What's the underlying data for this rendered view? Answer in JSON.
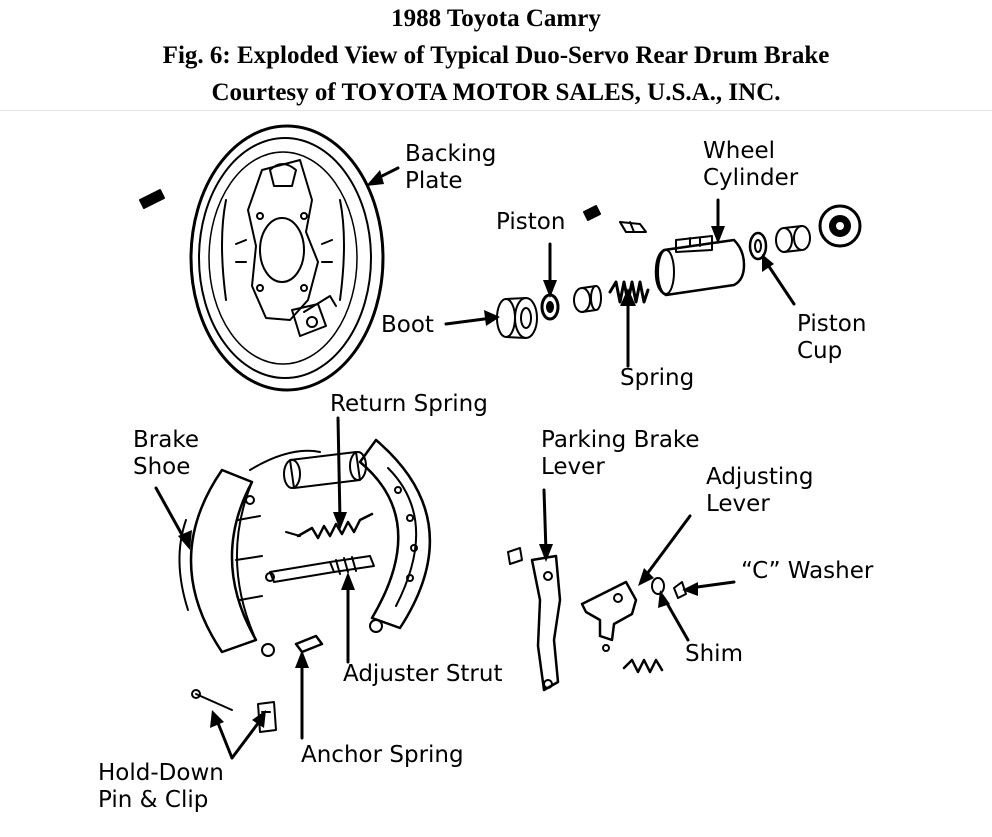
{
  "header": {
    "vehicle": "1988 Toyota Camry",
    "figure_title": "Fig. 6: Exploded View of Typical Duo-Servo Rear Drum Brake",
    "courtesy": "Courtesy of TOYOTA MOTOR SALES, U.S.A., INC."
  },
  "labels": {
    "backing_plate": [
      "Backing",
      "Plate"
    ],
    "piston": "Piston",
    "wheel_cylinder": [
      "Wheel",
      "Cylinder"
    ],
    "boot": "Boot",
    "piston_cup": [
      "Piston",
      "Cup"
    ],
    "spring": "Spring",
    "return_spring": "Return Spring",
    "brake_shoe": [
      "Brake",
      "Shoe"
    ],
    "parking_brake_lever": [
      "Parking Brake",
      "Lever"
    ],
    "adjusting_lever": [
      "Adjusting",
      "Lever"
    ],
    "c_washer": "“C” Washer",
    "shim": "Shim",
    "adjuster_strut": "Adjuster Strut",
    "anchor_spring": "Anchor Spring",
    "hold_down": [
      "Hold-Down",
      "Pin & Clip"
    ]
  }
}
